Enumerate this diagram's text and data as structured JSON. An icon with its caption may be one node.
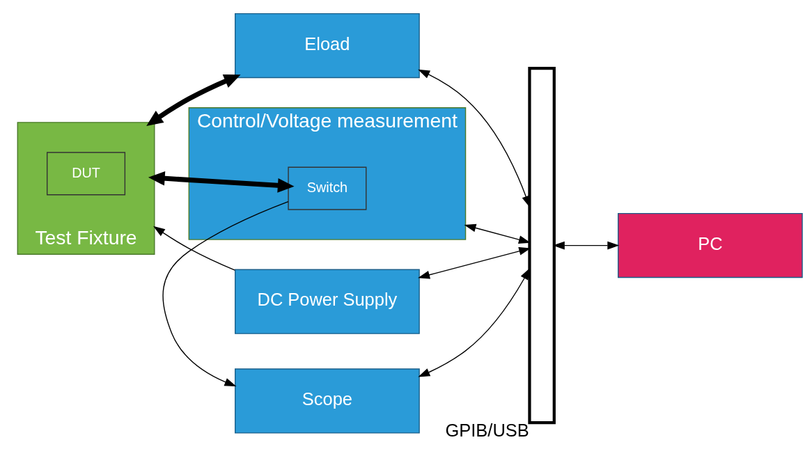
{
  "diagram": {
    "nodes": [
      {
        "text": [
          "Test Fixture"
        ]
      },
      {
        "text": [
          "DUT"
        ],
        "in": 0
      },
      {
        "text": [
          "DC Power Supply"
        ]
      },
      {
        "text": [
          "Eload"
        ]
      },
      {
        "text": [
          "Control/Voltage measurement"
        ]
      },
      {
        "text": [
          "Switch"
        ],
        "in": 4
      },
      {
        "text": [
          "Scope"
        ]
      },
      {
        "text": [],
        "shape": "bar",
        "beside": [
          "GPIB/USB"
        ]
      },
      {
        "text": [
          "PC"
        ]
      }
    ],
    "edges": [
      {
        "from": 2,
        "to": 0,
        "arrow": "to"
      },
      {
        "from": 0,
        "to": 3,
        "arrow": "both",
        "style": "thick"
      },
      {
        "from": 0,
        "to": 5,
        "arrow": "both",
        "style": "thick"
      },
      {
        "from": 5,
        "to": 6,
        "arrow": "to"
      },
      {
        "from": 2,
        "to": 7,
        "arrow": "both"
      },
      {
        "from": 3,
        "to": 7,
        "arrow": "both"
      },
      {
        "from": 4,
        "to": 7,
        "arrow": "both"
      },
      {
        "from": 6,
        "to": 7,
        "arrow": "both"
      },
      {
        "from": 8,
        "to": 7,
        "arrow": "both"
      }
    ]
  }
}
